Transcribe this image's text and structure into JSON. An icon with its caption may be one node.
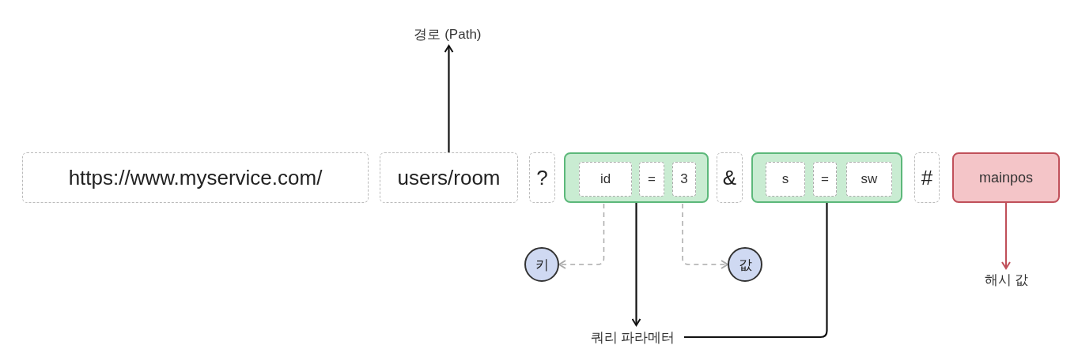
{
  "diagram": {
    "nodes": [
      {
        "text": [
          "https://www.myservice.com/"
        ]
      },
      {
        "text": [
          "users/room"
        ]
      },
      {
        "text": [
          "?"
        ]
      },
      {
        "text": [],
        "shape": "box"
      },
      {
        "text": [
          "id"
        ],
        "in": 3
      },
      {
        "text": [
          "="
        ],
        "in": 3
      },
      {
        "text": [
          "3"
        ],
        "in": 3
      },
      {
        "text": [
          "&"
        ]
      },
      {
        "text": [],
        "shape": "box"
      },
      {
        "text": [
          "s"
        ],
        "in": 8
      },
      {
        "text": [
          "="
        ],
        "in": 8
      },
      {
        "text": [
          "sw"
        ],
        "in": 8
      },
      {
        "text": [
          "#"
        ]
      },
      {
        "text": [
          "mainpos"
        ]
      },
      {
        "text": [
          "경로 (Path)"
        ]
      },
      {
        "text": [
          "키"
        ]
      },
      {
        "text": [
          "값"
        ]
      },
      {
        "text": [
          "쿼리 파라메터"
        ]
      },
      {
        "text": [
          "해시 값"
        ]
      }
    ],
    "edges": [
      {
        "from": 1,
        "to": 14,
        "arrow": "to"
      },
      {
        "from": 4,
        "to": 15,
        "arrow": "to",
        "style": "dashed",
        "color": "#aaaaaa"
      },
      {
        "from": 6,
        "to": 16,
        "arrow": "to",
        "style": "dashed",
        "color": "#aaaaaa"
      },
      {
        "from": 3,
        "to": 17,
        "arrow": "to"
      },
      {
        "from": 8,
        "to": 17,
        "arrow": "none"
      },
      {
        "from": 13,
        "to": 18,
        "arrow": "to",
        "color": "#c0505a"
      }
    ]
  }
}
